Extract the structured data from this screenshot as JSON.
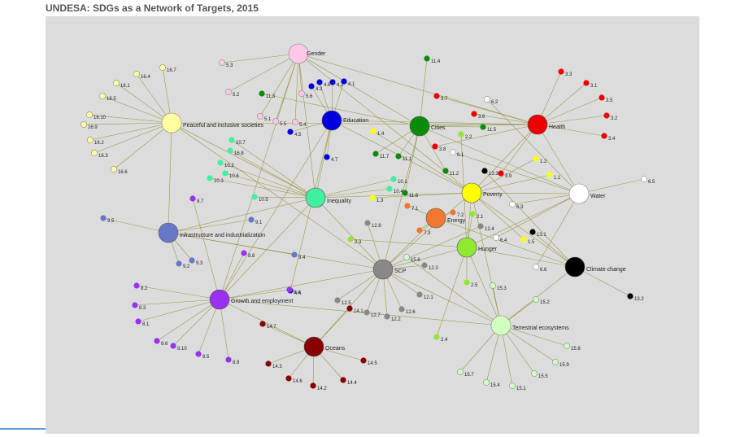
{
  "title": "UNDESA: SDGs as a Network of Targets, 2015",
  "colors": {
    "edge": "#9a9a4a",
    "panel": "#dcdcdc"
  },
  "hubs": [
    {
      "id": "gender",
      "label": "Gender",
      "color": "#ffc8e6"
    },
    {
      "id": "education",
      "label": "Education",
      "color": "#0000dd"
    },
    {
      "id": "cities",
      "label": "Cities",
      "color": "#0a8c0a"
    },
    {
      "id": "health",
      "label": "Health",
      "color": "#ee0000"
    },
    {
      "id": "peace",
      "label": "Peaceful and inclusive societies",
      "color": "#ffffa0"
    },
    {
      "id": "inequality",
      "label": "Inequality",
      "color": "#40f0a0"
    },
    {
      "id": "poverty",
      "label": "Poverty",
      "color": "#ffff00"
    },
    {
      "id": "water",
      "label": "Water",
      "color": "#ffffff"
    },
    {
      "id": "energy",
      "label": "Energy",
      "color": "#f07830"
    },
    {
      "id": "infra",
      "label": "Infrastructure and industrialization",
      "color": "#6878c8"
    },
    {
      "id": "hunger",
      "label": "Hunger",
      "color": "#90e830"
    },
    {
      "id": "scp",
      "label": "SCP",
      "color": "#888888"
    },
    {
      "id": "climate",
      "label": "Climate change",
      "color": "#000000"
    },
    {
      "id": "growth",
      "label": "Growth and employment",
      "color": "#9a30f0"
    },
    {
      "id": "terrestrial",
      "label": "Terrestrial ecosystems",
      "color": "#d0ffc0"
    },
    {
      "id": "oceans",
      "label": "Oceans",
      "color": "#880000"
    }
  ],
  "targets": [
    {
      "label": "5.3",
      "color": "#ffc8e6",
      "hub": "gender"
    },
    {
      "label": "5.2",
      "color": "#ffc8e6",
      "hub": "gender"
    },
    {
      "label": "5.1",
      "color": "#ffc8e6",
      "hub": "gender"
    },
    {
      "label": "5.5",
      "color": "#ffc8e6",
      "hub": "gender"
    },
    {
      "label": "5.6",
      "color": "#ffc8e6",
      "hub": "gender"
    },
    {
      "label": "5.4",
      "color": "#ffc8e6",
      "hub": "gender"
    },
    {
      "label": "4.3",
      "color": "#0000dd",
      "hub": "education"
    },
    {
      "label": "4.6",
      "color": "#0000dd",
      "hub": "education"
    },
    {
      "label": "4.2",
      "color": "#0000dd",
      "hub": "education"
    },
    {
      "label": "4.1",
      "color": "#0000dd",
      "hub": "education"
    },
    {
      "label": "4.5",
      "color": "#0000dd",
      "hub": "education"
    },
    {
      "label": "4.7",
      "color": "#0000dd",
      "hub": "education"
    },
    {
      "label": "4.4",
      "color": "#0000dd",
      "hub": "education"
    },
    {
      "label": "11.4",
      "color": "#0a8c0a",
      "hub": "cities"
    },
    {
      "label": "11.3",
      "color": "#0a8c0a",
      "hub": "cities"
    },
    {
      "label": "11.7",
      "color": "#0a8c0a",
      "hub": "cities"
    },
    {
      "label": "11.1",
      "color": "#0a8c0a",
      "hub": "cities"
    },
    {
      "label": "11.2",
      "color": "#0a8c0a",
      "hub": "cities"
    },
    {
      "label": "11.6",
      "color": "#0a8c0a",
      "hub": "cities"
    },
    {
      "label": "11.5",
      "color": "#0a8c0a",
      "hub": "cities"
    },
    {
      "label": "3.3",
      "color": "#ee0000",
      "hub": "health"
    },
    {
      "label": "3.1",
      "color": "#ee0000",
      "hub": "health"
    },
    {
      "label": "3.5",
      "color": "#ee0000",
      "hub": "health"
    },
    {
      "label": "3.2",
      "color": "#ee0000",
      "hub": "health"
    },
    {
      "label": "3.4",
      "color": "#ee0000",
      "hub": "health"
    },
    {
      "label": "3.6",
      "color": "#ee0000",
      "hub": "health"
    },
    {
      "label": "3.7",
      "color": "#ee0000",
      "hub": "health"
    },
    {
      "label": "3.8",
      "color": "#ee0000",
      "hub": "health"
    },
    {
      "label": "3.9",
      "color": "#ee0000",
      "hub": "health"
    },
    {
      "label": "16.7",
      "color": "#ffffa0",
      "hub": "peace"
    },
    {
      "label": "16.4",
      "color": "#ffffa0",
      "hub": "peace"
    },
    {
      "label": "16.1",
      "color": "#ffffa0",
      "hub": "peace"
    },
    {
      "label": "16.5",
      "color": "#ffffa0",
      "hub": "peace"
    },
    {
      "label": "16.10",
      "color": "#ffffa0",
      "hub": "peace"
    },
    {
      "label": "16.9",
      "color": "#ffffa0",
      "hub": "peace"
    },
    {
      "label": "16.2",
      "color": "#ffffa0",
      "hub": "peace"
    },
    {
      "label": "16.3",
      "color": "#ffffa0",
      "hub": "peace"
    },
    {
      "label": "16.6",
      "color": "#ffffa0",
      "hub": "peace"
    },
    {
      "label": "10.7",
      "color": "#40f0a0",
      "hub": "inequality"
    },
    {
      "label": "16.8",
      "color": "#40f0a0",
      "hub": "inequality"
    },
    {
      "label": "10.2",
      "color": "#40f0a0",
      "hub": "inequality"
    },
    {
      "label": "10.6",
      "color": "#40f0a0",
      "hub": "inequality"
    },
    {
      "label": "10.3",
      "color": "#40f0a0",
      "hub": "inequality"
    },
    {
      "label": "10.5",
      "color": "#40f0a0",
      "hub": "inequality"
    },
    {
      "label": "10.1",
      "color": "#40f0a0",
      "hub": "inequality"
    },
    {
      "label": "10.4",
      "color": "#40f0a0",
      "hub": "inequality"
    },
    {
      "label": "1.4",
      "color": "#ffff00",
      "hub": "poverty"
    },
    {
      "label": "1.3",
      "color": "#ffff00",
      "hub": "poverty"
    },
    {
      "label": "1.2",
      "color": "#ffff00",
      "hub": "poverty"
    },
    {
      "label": "1.1",
      "color": "#ffff00",
      "hub": "poverty"
    },
    {
      "label": "1.5",
      "color": "#ffff00",
      "hub": "poverty"
    },
    {
      "label": "6.2",
      "color": "#ffffff",
      "hub": "water"
    },
    {
      "label": "6.1",
      "color": "#ffffff",
      "hub": "water"
    },
    {
      "label": "6.3",
      "color": "#ffffff",
      "hub": "water"
    },
    {
      "label": "6.4",
      "color": "#ffffff",
      "hub": "water"
    },
    {
      "label": "6.5",
      "color": "#ffffff",
      "hub": "water"
    },
    {
      "label": "6.6",
      "color": "#ffffff",
      "hub": "water"
    },
    {
      "label": "7.1",
      "color": "#f07830",
      "hub": "energy"
    },
    {
      "label": "7.2",
      "color": "#f07830",
      "hub": "energy"
    },
    {
      "label": "7.3",
      "color": "#f07830",
      "hub": "energy"
    },
    {
      "label": "9.5",
      "color": "#6878c8",
      "hub": "infra"
    },
    {
      "label": "9.1",
      "color": "#6878c8",
      "hub": "infra"
    },
    {
      "label": "9.3",
      "color": "#6878c8",
      "hub": "infra"
    },
    {
      "label": "9.2",
      "color": "#6878c8",
      "hub": "infra"
    },
    {
      "label": "9.4",
      "color": "#6878c8",
      "hub": "infra"
    },
    {
      "label": "2.2",
      "color": "#90e830",
      "hub": "hunger"
    },
    {
      "label": "2.1",
      "color": "#90e830",
      "hub": "hunger"
    },
    {
      "label": "2.3",
      "color": "#90e830",
      "hub": "hunger"
    },
    {
      "label": "2.5",
      "color": "#90e830",
      "hub": "hunger"
    },
    {
      "label": "2.4",
      "color": "#90e830",
      "hub": "hunger"
    },
    {
      "label": "12.8",
      "color": "#888888",
      "hub": "scp"
    },
    {
      "label": "12.4",
      "color": "#888888",
      "hub": "scp"
    },
    {
      "label": "12.3",
      "color": "#888888",
      "hub": "scp"
    },
    {
      "label": "12.1",
      "color": "#888888",
      "hub": "scp"
    },
    {
      "label": "12.5",
      "color": "#888888",
      "hub": "scp"
    },
    {
      "label": "12.7",
      "color": "#888888",
      "hub": "scp"
    },
    {
      "label": "12.2",
      "color": "#888888",
      "hub": "scp"
    },
    {
      "label": "12.6",
      "color": "#888888",
      "hub": "scp"
    },
    {
      "label": "13.1",
      "color": "#000000",
      "hub": "climate"
    },
    {
      "label": "13.2",
      "color": "#000000",
      "hub": "climate"
    },
    {
      "label": "13.3",
      "color": "#000000",
      "hub": "climate"
    },
    {
      "label": "8.7",
      "color": "#9a30f0",
      "hub": "growth"
    },
    {
      "label": "8.8",
      "color": "#9a30f0",
      "hub": "growth"
    },
    {
      "label": "8.2",
      "color": "#9a30f0",
      "hub": "growth"
    },
    {
      "label": "8.3",
      "color": "#9a30f0",
      "hub": "growth"
    },
    {
      "label": "8.1",
      "color": "#9a30f0",
      "hub": "growth"
    },
    {
      "label": "8.6",
      "color": "#9a30f0",
      "hub": "growth"
    },
    {
      "label": "8.10",
      "color": "#9a30f0",
      "hub": "growth"
    },
    {
      "label": "8.5",
      "color": "#9a30f0",
      "hub": "growth"
    },
    {
      "label": "8.9",
      "color": "#9a30f0",
      "hub": "growth"
    },
    {
      "label": "8.4",
      "color": "#9a30f0",
      "hub": "growth"
    },
    {
      "label": "15.3",
      "color": "#d0ffc0",
      "hub": "terrestrial"
    },
    {
      "label": "15.2",
      "color": "#d0ffc0",
      "hub": "terrestrial"
    },
    {
      "label": "15.8",
      "color": "#d0ffc0",
      "hub": "terrestrial"
    },
    {
      "label": "15.9",
      "color": "#d0ffc0",
      "hub": "terrestrial"
    },
    {
      "label": "15.5",
      "color": "#d0ffc0",
      "hub": "terrestrial"
    },
    {
      "label": "15.7",
      "color": "#d0ffc0",
      "hub": "terrestrial"
    },
    {
      "label": "15.4",
      "color": "#d0ffc0",
      "hub": "terrestrial"
    },
    {
      "label": "15.1",
      "color": "#d0ffc0",
      "hub": "terrestrial"
    },
    {
      "label": "15.6",
      "color": "#d0ffc0",
      "hub": "terrestrial"
    },
    {
      "label": "14.7",
      "color": "#880000",
      "hub": "oceans"
    },
    {
      "label": "14.1",
      "color": "#880000",
      "hub": "oceans"
    },
    {
      "label": "14.3",
      "color": "#880000",
      "hub": "oceans"
    },
    {
      "label": "14.5",
      "color": "#880000",
      "hub": "oceans"
    },
    {
      "label": "14.6",
      "color": "#880000",
      "hub": "oceans"
    },
    {
      "label": "14.2",
      "color": "#880000",
      "hub": "oceans"
    },
    {
      "label": "14.4",
      "color": "#880000",
      "hub": "oceans"
    }
  ]
}
